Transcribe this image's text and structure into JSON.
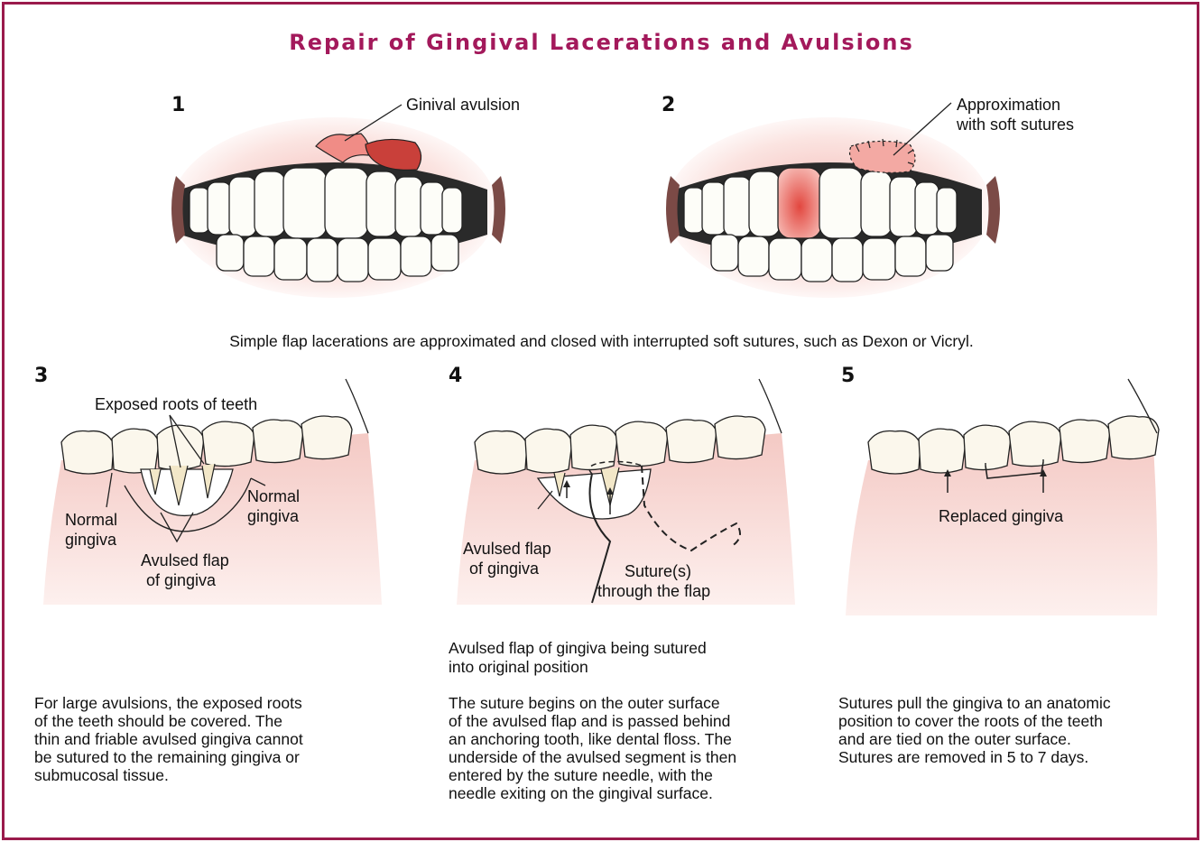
{
  "title": "Repair of Gingival Lacerations and Avulsions",
  "panels": [
    {
      "number": "1",
      "labels": [
        "Ginival avulsion"
      ]
    },
    {
      "number": "2",
      "labels": [
        "Approximation",
        "with soft sutures"
      ]
    },
    {
      "number": "3",
      "labels": [
        "Exposed roots of teeth",
        "Normal",
        "gingiva",
        "Normal",
        "gingiva",
        "Avulsed flap",
        "of gingiva"
      ]
    },
    {
      "number": "4",
      "labels": [
        "Avulsed flap",
        "of gingiva",
        "Suture(s)",
        "through the flap"
      ]
    },
    {
      "number": "5",
      "labels": [
        "Replaced gingiva"
      ]
    }
  ],
  "top_caption": "Simple flap lacerations are approximated and closed with interrupted soft sutures, such as Dexon or Vicryl.",
  "panel4_caption": [
    "Avulsed flap of gingiva being sutured",
    "into original position"
  ],
  "descriptions": [
    [
      "For large avulsions, the exposed roots",
      "of the teeth should be covered. The",
      "thin and friable avulsed gingiva cannot",
      "be sutured to the remaining gingiva or",
      "submucosal tissue."
    ],
    [
      "The suture begins on the outer surface",
      "of the avulsed flap and is passed behind",
      "an anchoring tooth, like dental floss. The",
      "underside of the avulsed segment is then",
      "entered by the suture needle, with the",
      "needle exiting on the gingival surface."
    ],
    [
      "Sutures pull the gingiva to an anatomic",
      "position to cover the roots of the teeth",
      "and are tied on the outer surface.",
      "Sutures are removed in 5 to 7 days."
    ]
  ],
  "colors": {
    "border": "#9a1b4c",
    "title": "#a3195b",
    "gum": "#f7d6d2",
    "flap": "#d9534f"
  }
}
